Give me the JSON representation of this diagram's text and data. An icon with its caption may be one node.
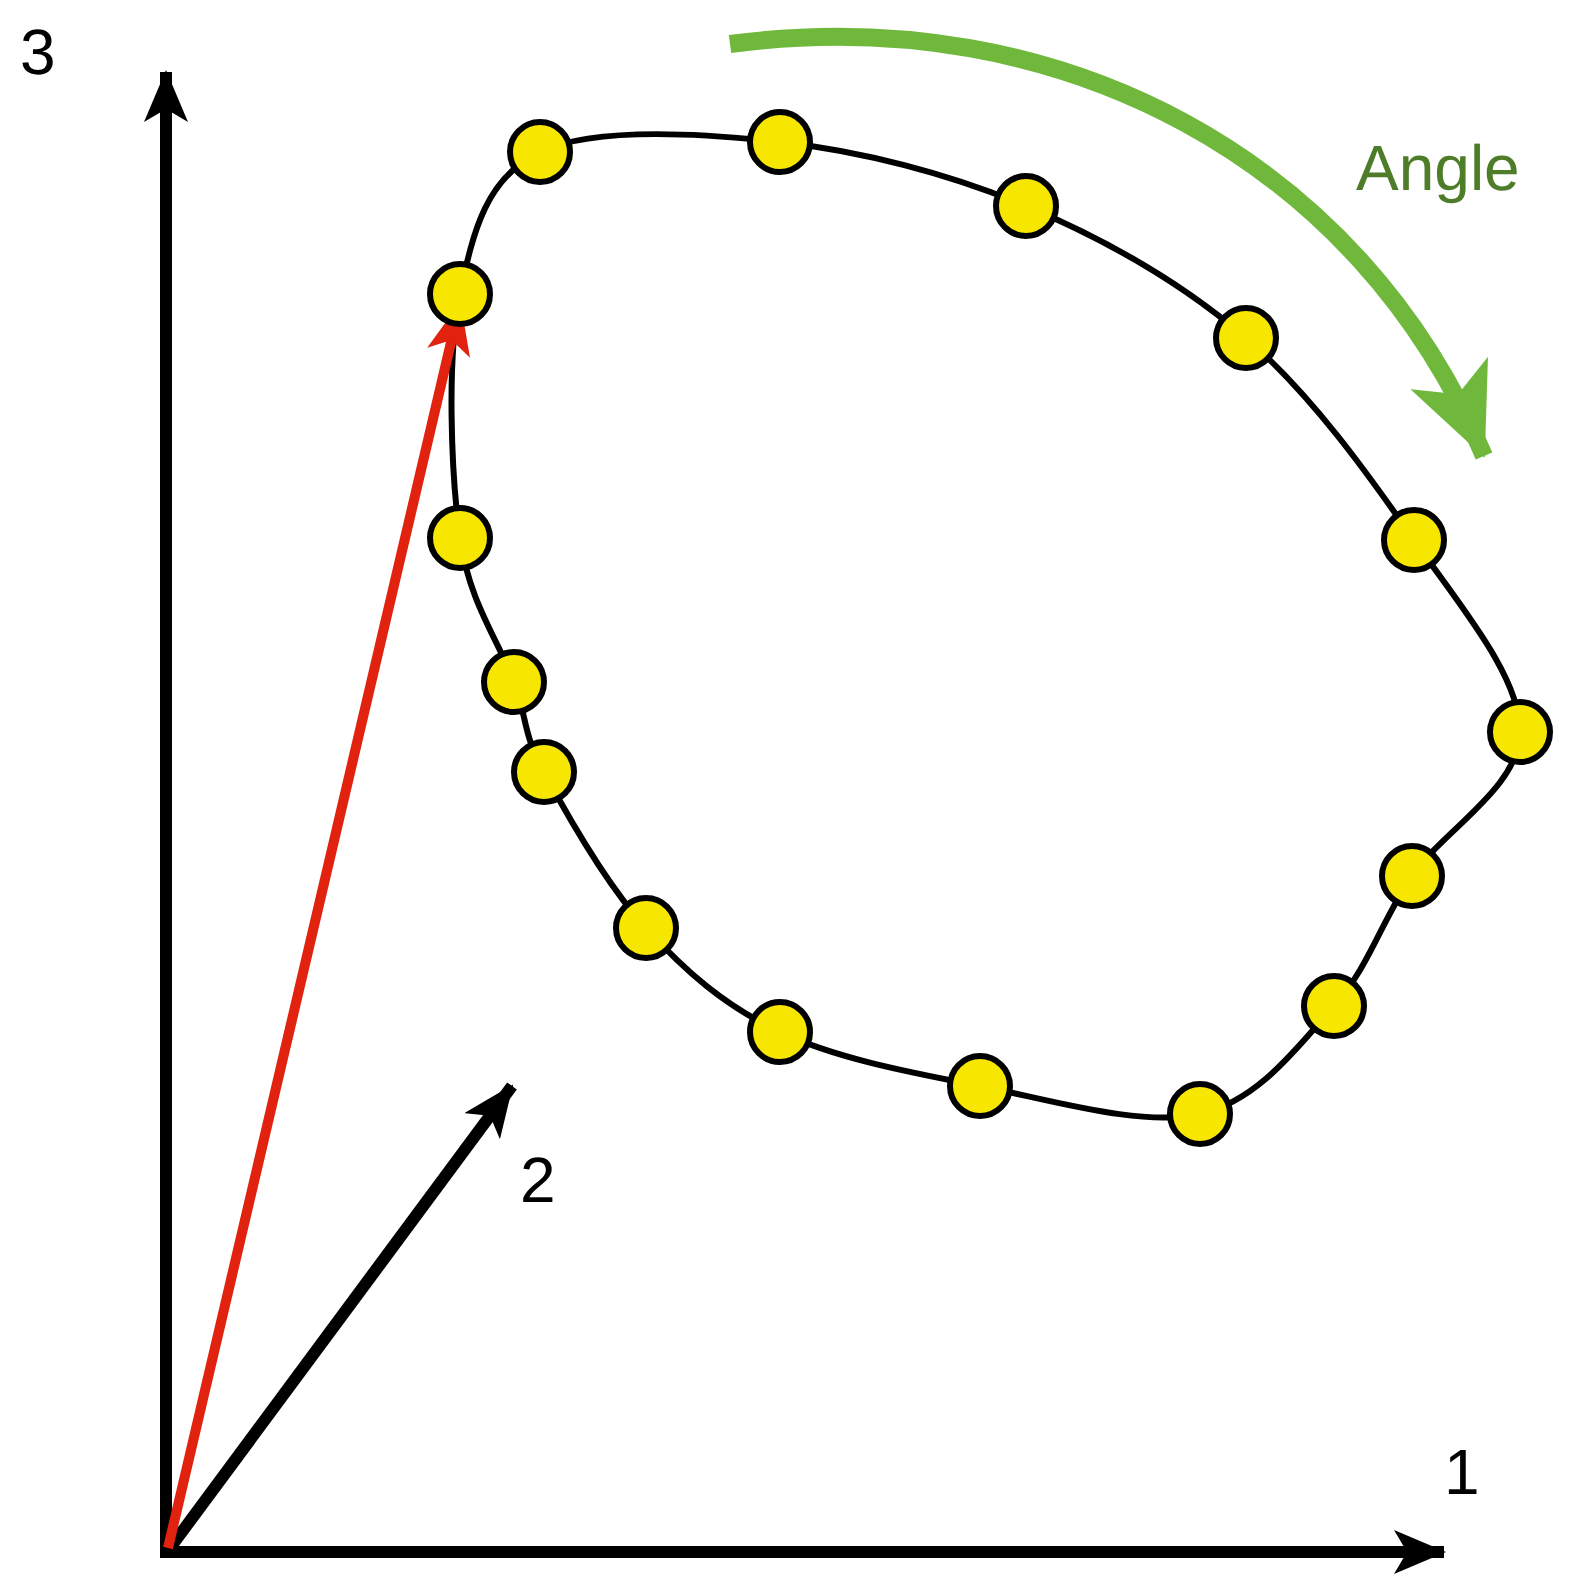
{
  "diagram": {
    "labels": [
      "3",
      "Angle",
      "2",
      "1"
    ]
  }
}
